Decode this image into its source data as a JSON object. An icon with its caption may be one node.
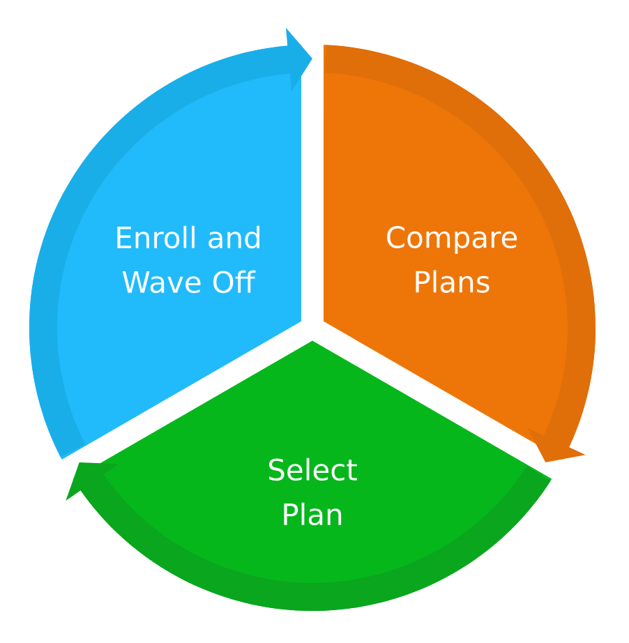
{
  "diagram": {
    "nodes": [
      {
        "text": [
          "Enroll and Wave Off"
        ]
      },
      {
        "text": [
          "Compare Plans"
        ]
      },
      {
        "text": [
          "Select Plan"
        ]
      }
    ],
    "edges": [
      {
        "from": 0,
        "to": 1,
        "arrow": "to",
        "color": "#1aaee8"
      },
      {
        "from": 1,
        "to": 2,
        "arrow": "to",
        "color": "#e06f0a"
      },
      {
        "from": 2,
        "to": 0,
        "arrow": "to",
        "color": "#0aa61e"
      }
    ]
  }
}
